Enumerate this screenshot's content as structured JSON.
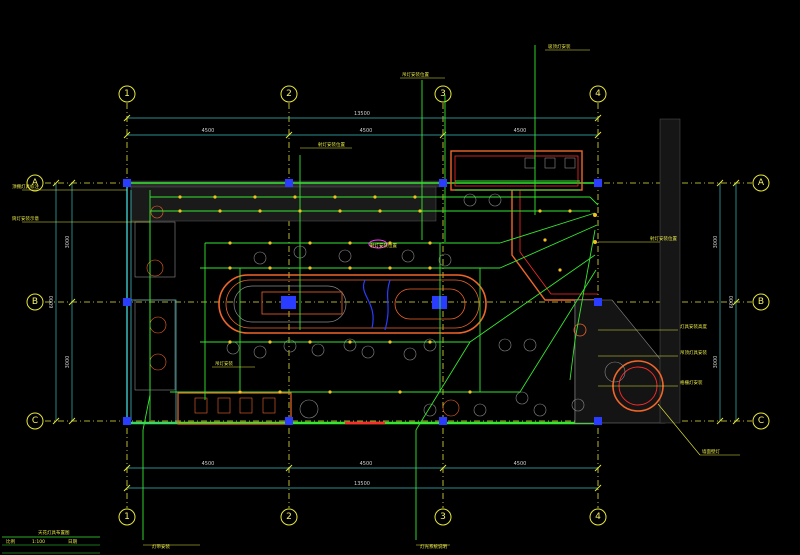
{
  "axes": {
    "columns": [
      "1",
      "2",
      "3",
      "4"
    ],
    "rows": [
      "A",
      "B",
      "C"
    ]
  },
  "dimensions": {
    "top_overall": "13500",
    "top_segments": [
      "4500",
      "4500",
      "4500"
    ],
    "bottom_overall": "13500",
    "bottom_segments": [
      "4500",
      "4500",
      "4500"
    ],
    "left_outer": "6000",
    "left_upper": "3000",
    "left_lower": "3000",
    "right_outer": "6000",
    "right_upper": "3000",
    "right_lower": "3000"
  },
  "notes": [
    "顶棚灯具标注",
    "筒灯安装示意",
    "吸顶灯安装",
    "吊灯安装位置",
    "射灯安装位置",
    "射灯安装位置",
    "灯具安装高度",
    "吊顶灯具安装",
    "格栅灯安装",
    "墙面壁灯",
    "吊灯安装",
    "灯带安装",
    "灯光系统说明",
    "射灯安装位置"
  ],
  "title_block": {
    "title": "天花灯具布置图",
    "cells": [
      "比例",
      "1:100",
      "日期"
    ]
  },
  "colors": {
    "axis_line": "#e6e63c",
    "grid_dashed": "#3cbcbc",
    "wall_green": "#35e62f",
    "orange": "#f0662a",
    "red": "#ff2a2a",
    "blue": "#2a3cff",
    "magenta": "#ff3cff",
    "gray": "#8a8a8a"
  }
}
